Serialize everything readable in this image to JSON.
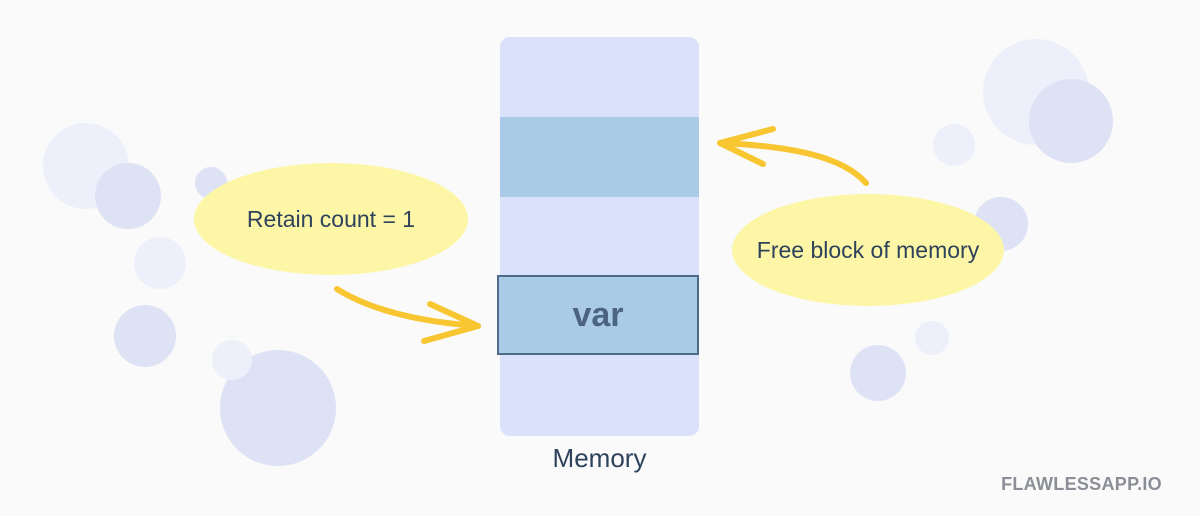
{
  "diagram": {
    "memory_label": "Memory",
    "var_label": "var",
    "retain_label": "Retain count = 1",
    "free_label": "Free block of memory"
  },
  "watermark": "FLAWLESSAPP.IO",
  "colors": {
    "background": "#fafafa",
    "memory_column": "#dae2fb",
    "memory_block": "#a9cbe8",
    "var_border": "#4f6b89",
    "callout": "#fdf6a6",
    "arrow": "#f7c631",
    "text": "#2e425b",
    "bubble_light": "#edf0fb",
    "bubble_mid": "#dde2f5"
  }
}
